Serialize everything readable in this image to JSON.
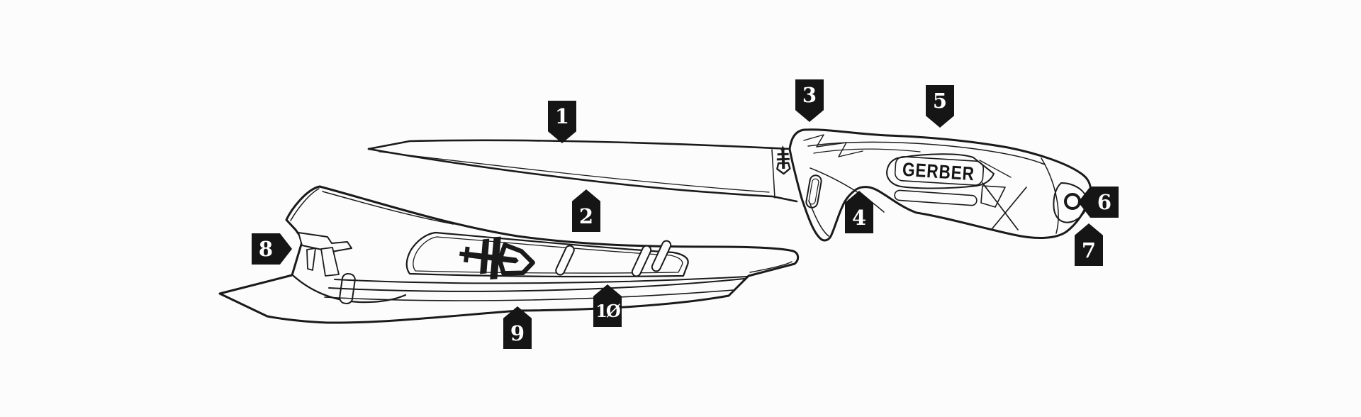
{
  "page": {
    "background_color": "#fcfcfc"
  },
  "diagram": {
    "subject": "fillet knife and sheath numbered parts diagram",
    "brand_text": "GERBER",
    "line_color": "#1a1a1a",
    "callout_style": {
      "background_color": "#151515",
      "text_color": "#ffffff"
    },
    "callouts": [
      {
        "number": "1",
        "direction": "down"
      },
      {
        "number": "2",
        "direction": "up"
      },
      {
        "number": "3",
        "direction": "down"
      },
      {
        "number": "4",
        "direction": "up"
      },
      {
        "number": "5",
        "direction": "down"
      },
      {
        "number": "6",
        "direction": "left"
      },
      {
        "number": "7",
        "direction": "up"
      },
      {
        "number": "8",
        "direction": "right"
      },
      {
        "number": "9",
        "direction": "up"
      },
      {
        "number": "1Ø",
        "direction": "up"
      }
    ],
    "logos": [
      {
        "name": "gerber-sword-and-shield-logo",
        "location": "sheath-front"
      },
      {
        "name": "gerber-sword-logo",
        "location": "blade-ricasso"
      }
    ]
  }
}
